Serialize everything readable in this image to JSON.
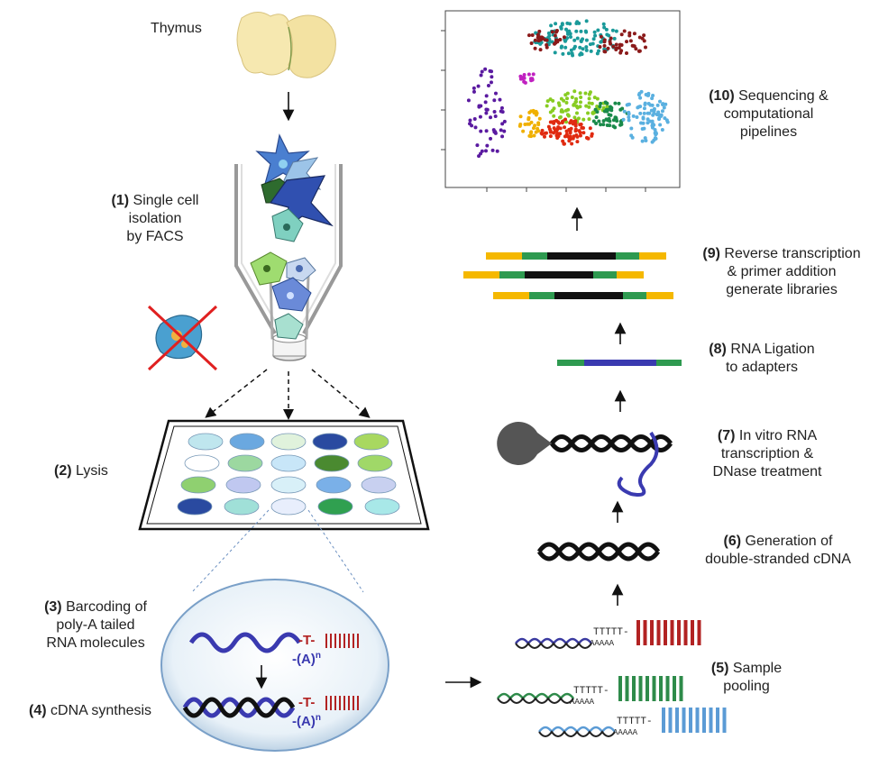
{
  "thymus": {
    "label": "Thymus"
  },
  "steps": [
    {
      "num": "(1)",
      "lines": [
        "Single cell",
        "isolation",
        "by FACS"
      ]
    },
    {
      "num": "(2)",
      "lines": [
        "Lysis"
      ]
    },
    {
      "num": "(3)",
      "lines": [
        "Barcoding of",
        "poly-A tailed",
        "RNA molecules"
      ]
    },
    {
      "num": "(4)",
      "lines": [
        "cDNA synthesis"
      ]
    },
    {
      "num": "(5)",
      "lines": [
        "Sample",
        "pooling"
      ]
    },
    {
      "num": "(6)",
      "lines": [
        "Generation of",
        "double-stranded cDNA"
      ]
    },
    {
      "num": "(7)",
      "lines": [
        "In vitro RNA",
        "transcription &",
        "DNase treatment"
      ]
    },
    {
      "num": "(8)",
      "lines": [
        "RNA Ligation",
        "to adapters"
      ]
    },
    {
      "num": "(9)",
      "lines": [
        "Reverse transcription",
        "& primer addition",
        "generate libraries"
      ]
    },
    {
      "num": "(10)",
      "lines": [
        "Sequencing &",
        "computational",
        "pipelines"
      ]
    }
  ],
  "molecules": {
    "t_label": "-T-",
    "polya_label": "-(A)",
    "polya_sup": "n",
    "tttt": "TTTTT-",
    "aaaa": "AAAAA"
  },
  "colors": {
    "red": "#b22222",
    "green": "#2e8b4a",
    "blue": "#5b9bd5",
    "purple": "#3a3aa0",
    "adapter_yellow": "#f5b800",
    "adapter_green": "#2e9a50"
  }
}
